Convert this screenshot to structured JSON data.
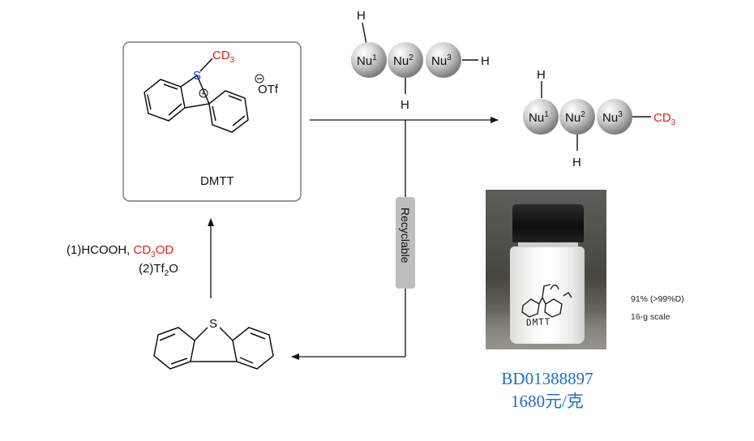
{
  "reagent": {
    "cd3_label": "CD",
    "cd3_sub": "3",
    "sulfur": "S",
    "charge": "+",
    "counter_charge": "⊖",
    "counter_ion": "OTf",
    "name": "DMTT"
  },
  "substrate": {
    "nu1": "Nu",
    "nu1_sup": "1",
    "nu2": "Nu",
    "nu2_sup": "2",
    "nu3": "Nu",
    "nu3_sup": "3",
    "h": "H"
  },
  "product": {
    "cd3": "CD",
    "cd3_sub": "3"
  },
  "recycle_label": "Recyclable",
  "dibenzothiophene_s": "S",
  "conditions": {
    "step1_prefix": "(1)HCOOH, ",
    "step1_cd": "CD",
    "step1_sub": "3",
    "step1_od": "OD",
    "step2_prefix": "(2)Tf",
    "step2_sub": "2",
    "step2_suffix": "O"
  },
  "photo_label": "DMTT",
  "yield_note": "91% (>99%D)",
  "scale_note": "16-g scale",
  "catalog_number": "BD01388897",
  "price": "1680元/克",
  "colors": {
    "cd3": "#e0201b",
    "sulfur": "#1a36e8",
    "price": "#1f6ec6"
  }
}
